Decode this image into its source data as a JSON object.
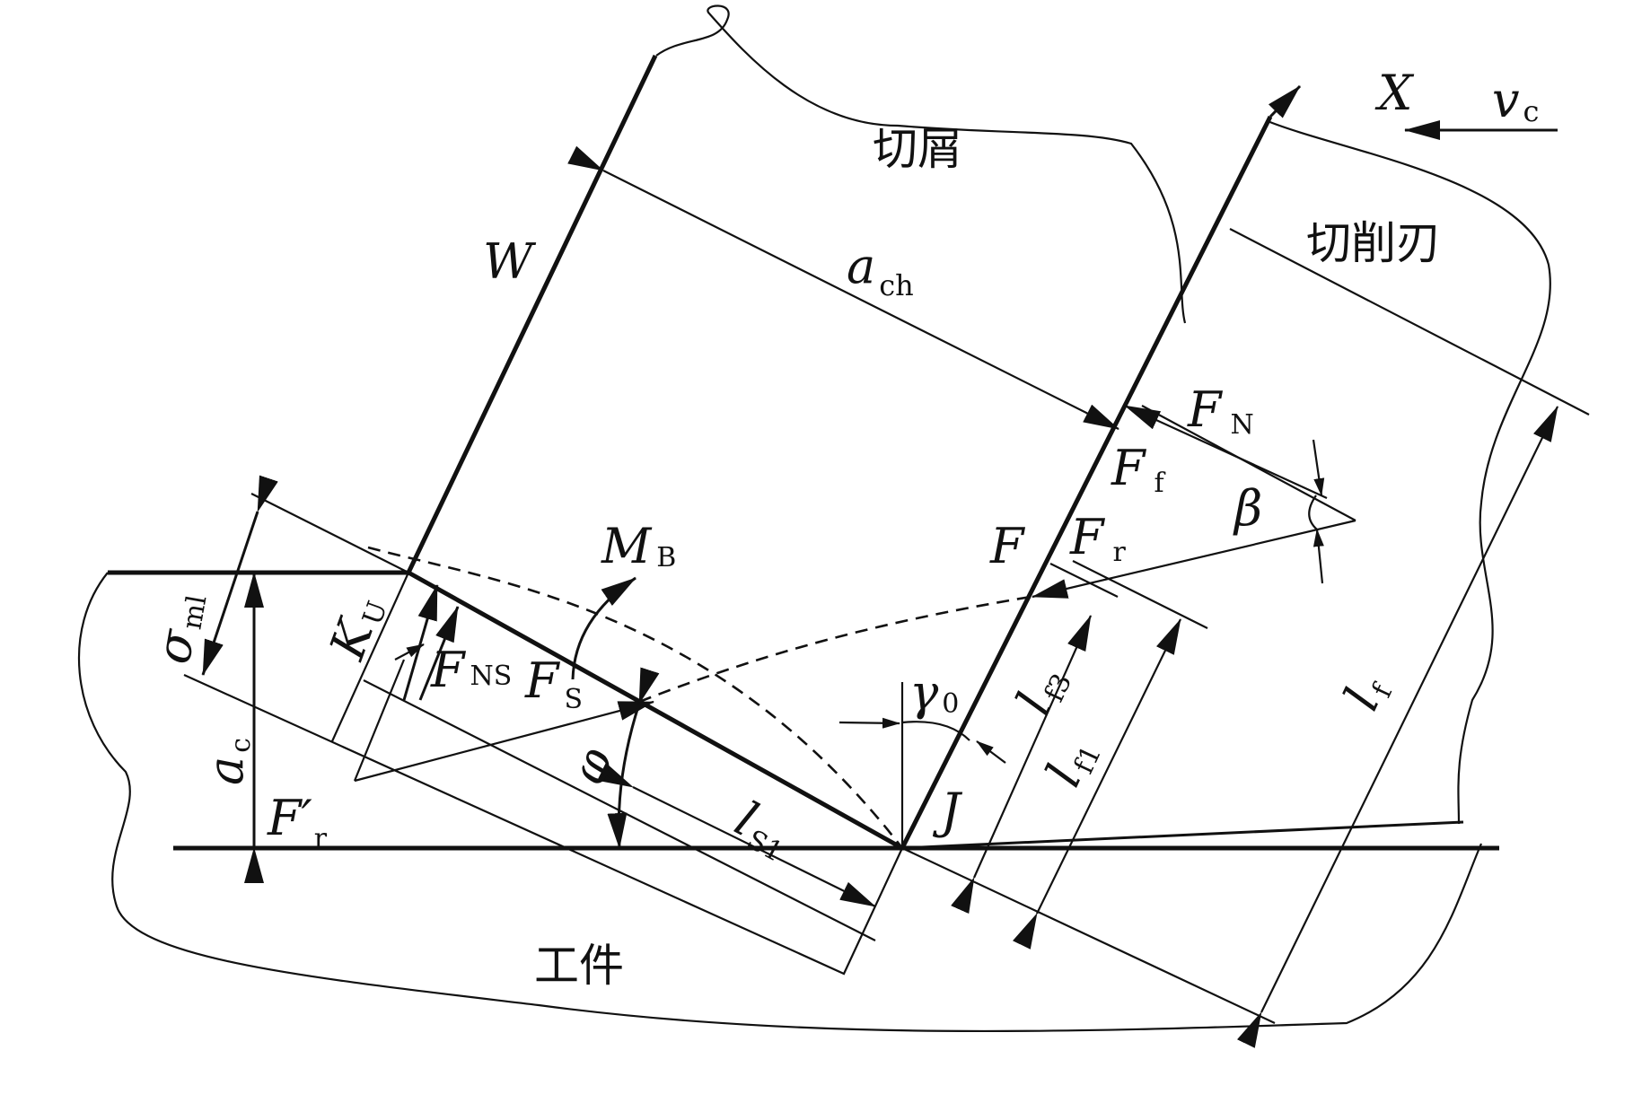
{
  "labels": {
    "chip": "切屑",
    "tool": "切削刃",
    "workpiece": "工件",
    "W": "W",
    "X": "X",
    "vc_main": "v",
    "vc_sub": "c",
    "ach_main": "a",
    "ach_sub": "ch",
    "FN_main": "F",
    "FN_sub": "N",
    "Ff_main": "F",
    "Ff_sub": "f",
    "beta": "β",
    "F": "F",
    "Fr_main": "F",
    "Fr_sub": "r",
    "MB_main": "M",
    "MB_sub": "B",
    "sigma_main": "σ",
    "sigma_sub": "ml",
    "KU_main": "K",
    "KU_sub": "U",
    "FNS_main": "F",
    "FNS_sub": "NS",
    "FS_main": "F",
    "FS_sub": "S",
    "ac_main": "a",
    "ac_sub": "c",
    "Frp_main": "F′",
    "Frp_sub": "r",
    "phi": "φ",
    "lS1_main": "l",
    "lS1_sub": "S1",
    "gamma_main": "γ",
    "gamma_sub": "0",
    "J": "J",
    "lf3_main": "l",
    "lf3_sub": "f3",
    "lf1_main": "l",
    "lf1_sub": "f1",
    "lf_main": "l",
    "lf_sub": "f"
  }
}
